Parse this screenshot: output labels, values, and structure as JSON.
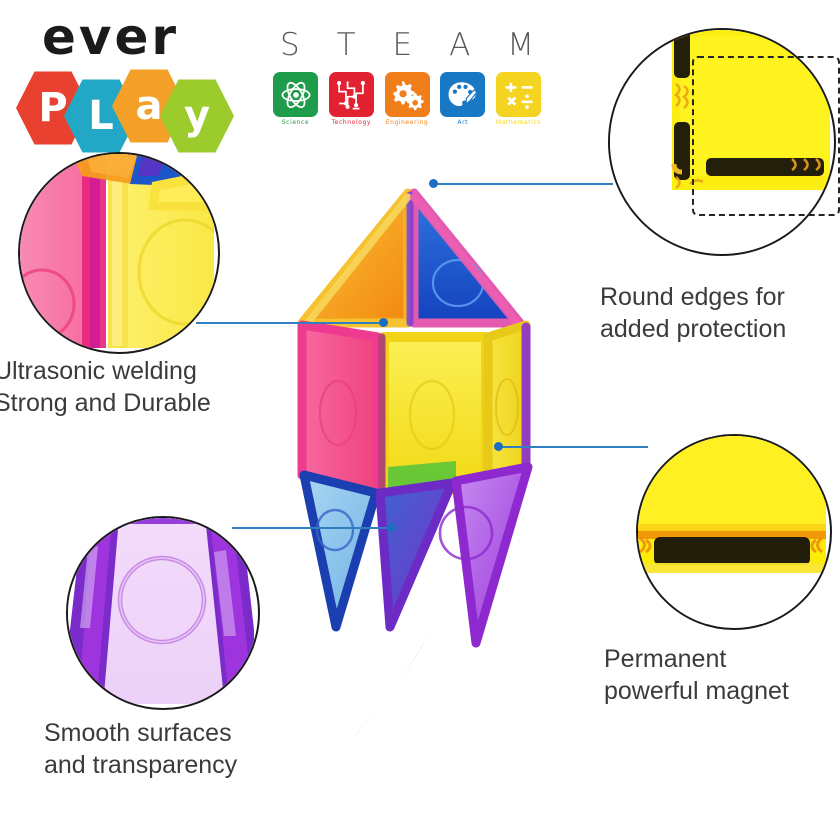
{
  "brand": {
    "wordmark": "ever",
    "hexes": [
      {
        "letter": "P",
        "color": "#e8412f",
        "name": "hex-p"
      },
      {
        "letter": "L",
        "color": "#22a8c6",
        "name": "hex-l"
      },
      {
        "letter": "a",
        "color": "#f49f27",
        "name": "hex-a"
      },
      {
        "letter": "y",
        "color": "#9ccb2c",
        "name": "hex-y"
      }
    ]
  },
  "steam": {
    "letters": [
      "S",
      "T",
      "E",
      "A",
      "M"
    ],
    "items": [
      {
        "letter": "S",
        "caption": "Science",
        "color": "#1f9c4b",
        "icon": "atom-icon"
      },
      {
        "letter": "T",
        "caption": "Technology",
        "color": "#e02232",
        "icon": "circuit-icon"
      },
      {
        "letter": "E",
        "caption": "Engineering",
        "color": "#f07e1b",
        "icon": "gears-icon"
      },
      {
        "letter": "A",
        "caption": "Art",
        "color": "#1878c4",
        "icon": "palette-icon"
      },
      {
        "letter": "M",
        "caption": "Mathematics",
        "color": "#f5d321",
        "icon": "math-symbols-icon"
      }
    ]
  },
  "features": [
    {
      "id": "ultrasonic-welding",
      "caption": "Ultrasonic welding\nStrong and Durable",
      "detail": "close-up of pink, magenta and yellow tile frames ultrasonically welded at a corner joint"
    },
    {
      "id": "round-edges",
      "caption": "Round edges for\nadded protection",
      "detail": "yellow tile corner with rounded bevelled edges and embedded black magnet bars, highlighted by a dashed frame"
    },
    {
      "id": "permanent-magnet",
      "caption": "Permanent\npowerful magnet",
      "detail": "yellow tile edge showing the long black permanent magnet bar sealed inside the frame"
    },
    {
      "id": "smooth-transparency",
      "caption": "Smooth surfaces\nand transparency",
      "detail": "lavender purple triangular tile with smooth transparent face and embossed circle"
    }
  ],
  "product": {
    "description": "transparent magnetic tile rocket build",
    "tiles": [
      {
        "part": "roof-left-triangle",
        "color": "#f5a318",
        "frame": "#f6c330"
      },
      {
        "part": "roof-right-triangle",
        "color": "#1f5fd0",
        "frame": "#e040a0"
      },
      {
        "part": "wall-left-square",
        "color": "#f0497f",
        "frame": "#ef3b8f"
      },
      {
        "part": "wall-front-square",
        "color": "#f4df1e",
        "frame": "#f2d417"
      },
      {
        "part": "wall-right-square",
        "color": "#f2e25a",
        "frame": "#e8c918"
      },
      {
        "part": "accent-green-strip",
        "color": "#5ec53a",
        "frame": "#47b62d"
      },
      {
        "part": "fin-left-triangle",
        "color": "#8ec6ec",
        "frame": "#1b3fb0"
      },
      {
        "part": "fin-middle-triangle",
        "color": "#3a63c9",
        "frame": "#6b2bc4"
      },
      {
        "part": "fin-right-triangle",
        "color": "#b97ae8",
        "frame": "#8d29cf"
      }
    ]
  },
  "accent": {
    "leader_line_color": "#2f7fc1",
    "leader_dot_color": "#1c6fc0",
    "circle_outline_color": "#1a1a1a",
    "caption_color": "#3b3b3b"
  }
}
